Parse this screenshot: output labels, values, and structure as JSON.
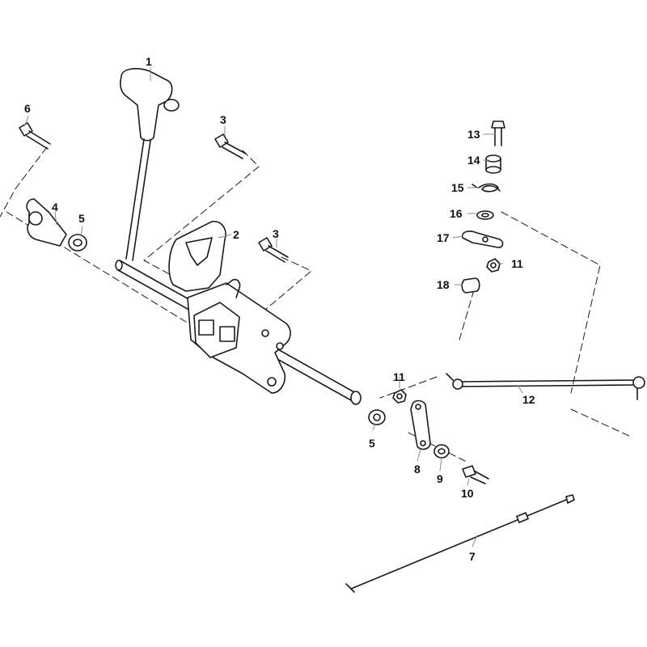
{
  "diagram": {
    "callouts": [
      {
        "id": "c1",
        "text": "1"
      },
      {
        "id": "c2",
        "text": "2"
      },
      {
        "id": "c3a",
        "text": "3"
      },
      {
        "id": "c3b",
        "text": "3"
      },
      {
        "id": "c4",
        "text": "4"
      },
      {
        "id": "c5a",
        "text": "5"
      },
      {
        "id": "c5b",
        "text": "5"
      },
      {
        "id": "c6",
        "text": "6"
      },
      {
        "id": "c7",
        "text": "7"
      },
      {
        "id": "c8",
        "text": "8"
      },
      {
        "id": "c9",
        "text": "9"
      },
      {
        "id": "c10",
        "text": "10"
      },
      {
        "id": "c11a",
        "text": "11"
      },
      {
        "id": "c11b",
        "text": "11"
      },
      {
        "id": "c12",
        "text": "12"
      },
      {
        "id": "c13",
        "text": "13"
      },
      {
        "id": "c14",
        "text": "14"
      },
      {
        "id": "c15",
        "text": "15"
      },
      {
        "id": "c16",
        "text": "16"
      },
      {
        "id": "c17",
        "text": "17"
      },
      {
        "id": "c18",
        "text": "18"
      }
    ]
  },
  "colors": {
    "line": "#1a1a1a",
    "part_fill": "#ffffff",
    "shade": "#d9d9d9",
    "callout_line": "#8a8a8a"
  }
}
